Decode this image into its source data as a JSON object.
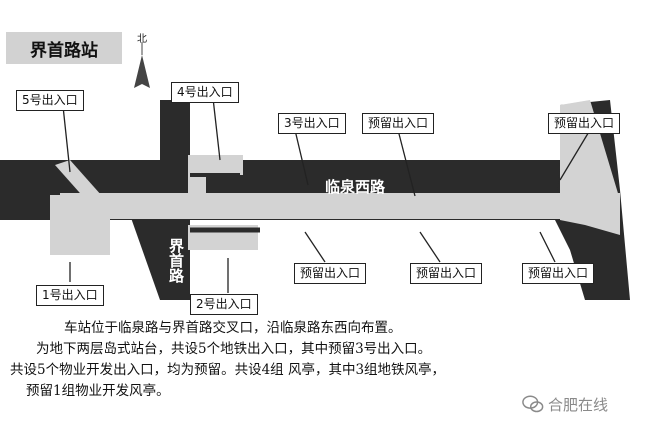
{
  "title": "界首路站",
  "north": "北",
  "roads": {
    "east_west": "临泉西路",
    "north_south": "界首路"
  },
  "exits": {
    "exit5": "5号出入口",
    "exit4": "4号出入口",
    "exit3": "3号出入口",
    "exit1": "1号出入口",
    "exit2": "2号出入口",
    "reserved_top_mid": "预留出入口",
    "reserved_top_right": "预留出入口",
    "reserved_bottom_1": "预留出入口",
    "reserved_bottom_2": "预留出入口",
    "reserved_bottom_3": "预留出入口"
  },
  "description": [
    "车站位于临泉路与界首路交叉口，沿临泉路东西向布置。",
    "为地下两层岛式站台，共设5个地铁出入口，其中预留3号出入口。",
    "共设5个物业开发出入口，均为预留。共设4组 风亭，其中3组地铁风亭，",
    "预留1组物业开发风亭。"
  ],
  "watermark": "合肥在线",
  "colors": {
    "road": "#2b2b2b",
    "station": "#d3d3d3",
    "title_bg": "#d2d2d2"
  }
}
